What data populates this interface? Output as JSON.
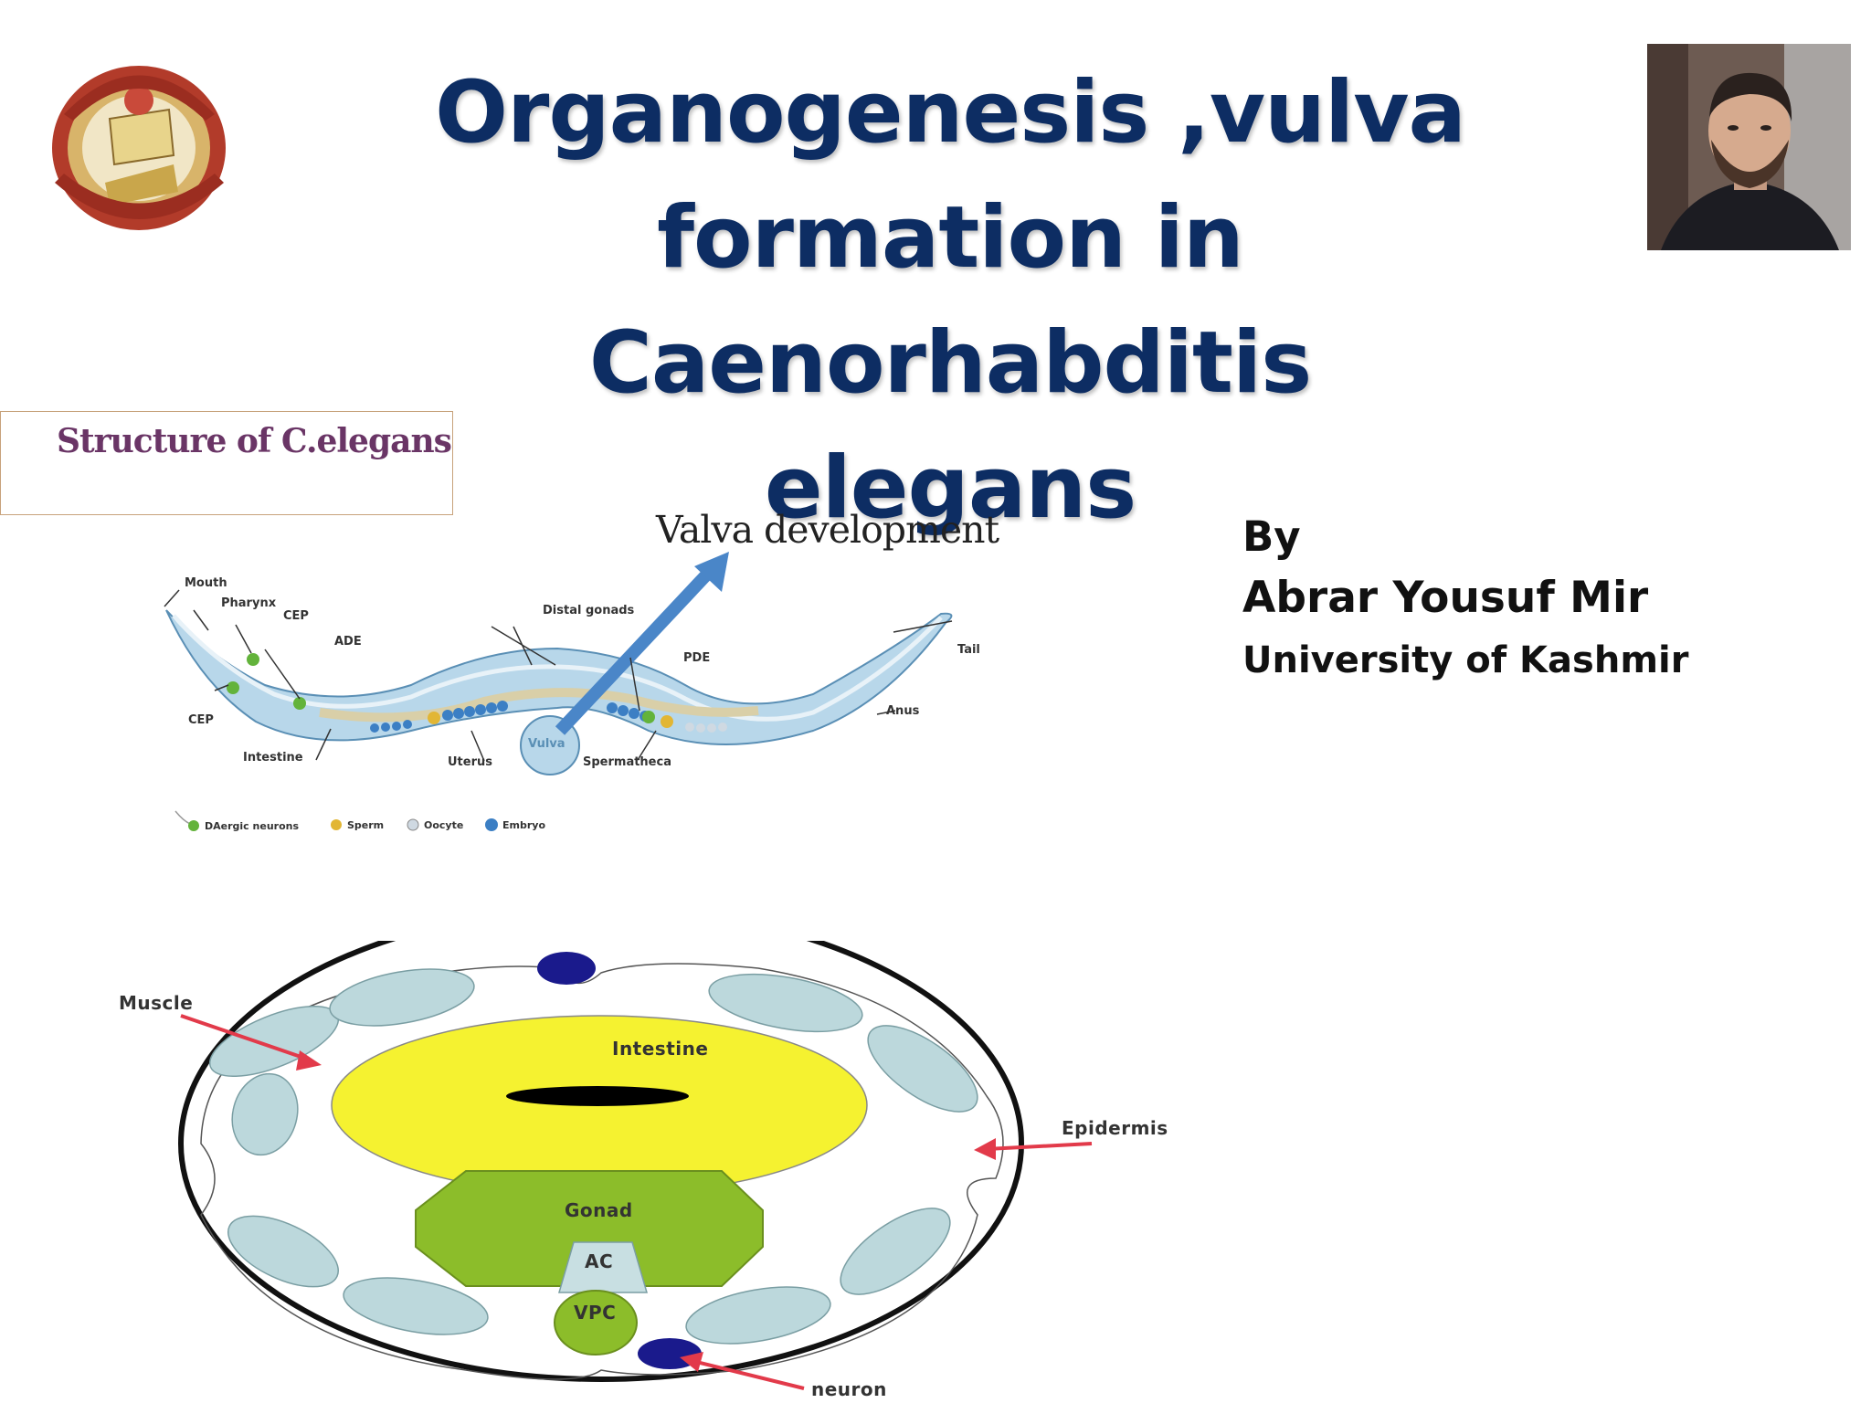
{
  "slide": {
    "title_lines": [
      "Organogenesis ,vulva",
      "formation in Caenorhabditis",
      "elegans"
    ],
    "structure_label": "Structure of C.elegans",
    "valva_label": "Valva development",
    "author": {
      "by": "By",
      "name": "Abrar Yousuf Mir",
      "university": "University of Kashmir"
    }
  },
  "worm_diagram": {
    "labels": {
      "mouth": "Mouth",
      "pharynx": "Pharynx",
      "cep_top": "CEP",
      "ade": "ADE",
      "distal_gonads": "Distal gonads",
      "pde": "PDE",
      "tail": "Tail",
      "cep_bottom": "CEP",
      "intestine": "Intestine",
      "uterus": "Uterus",
      "vulva": "Vulva",
      "spermatheca": "Spermatheca",
      "anus": "Anus"
    },
    "legend": [
      "DAergic neurons",
      "Sperm",
      "Oocyte",
      "Embryo"
    ]
  },
  "cross_section": {
    "labels": {
      "muscle": "Muscle",
      "intestine": "Intestine",
      "epidermis": "Epidermis",
      "gonad": "Gonad",
      "ac": "AC",
      "vpc": "VPC",
      "neuron": "neuron"
    }
  },
  "colors": {
    "title": "#0d2d63",
    "structure_label": "#6a3566",
    "arrow_blue": "#4a86c8",
    "arrow_red": "#e23a4a",
    "intestine_fill": "#f5f230",
    "gonad_fill": "#8cbd2a",
    "muscle_fill": "#bcd8dc"
  }
}
